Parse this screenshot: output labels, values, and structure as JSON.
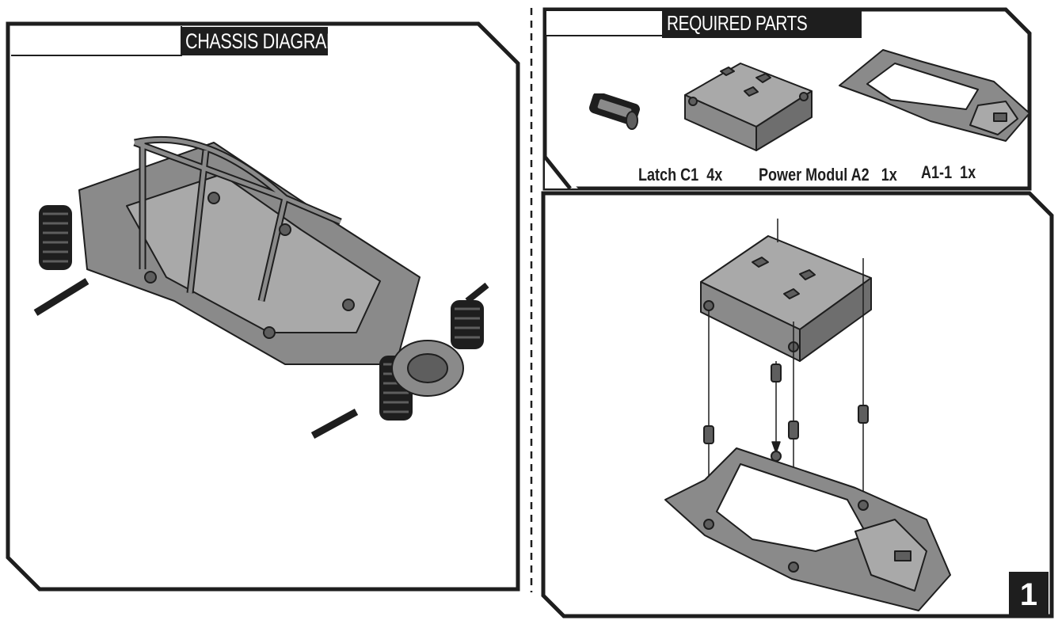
{
  "panels": {
    "chassis": {
      "title": "CHASSIS DIAGRAM"
    },
    "parts": {
      "title": "REQUIRED PARTS",
      "items": [
        {
          "name": "Latch C1",
          "qty": "4x"
        },
        {
          "name": "Power Modul A2",
          "qty": "1x"
        },
        {
          "name": "A1-1",
          "qty": "1x"
        }
      ]
    },
    "step": {
      "number": "1"
    }
  },
  "colors": {
    "ink": "#1e1e1e",
    "part_fill": "#8a8a8a",
    "part_dark": "#5e5e5e",
    "part_light": "#a9a9a9"
  }
}
